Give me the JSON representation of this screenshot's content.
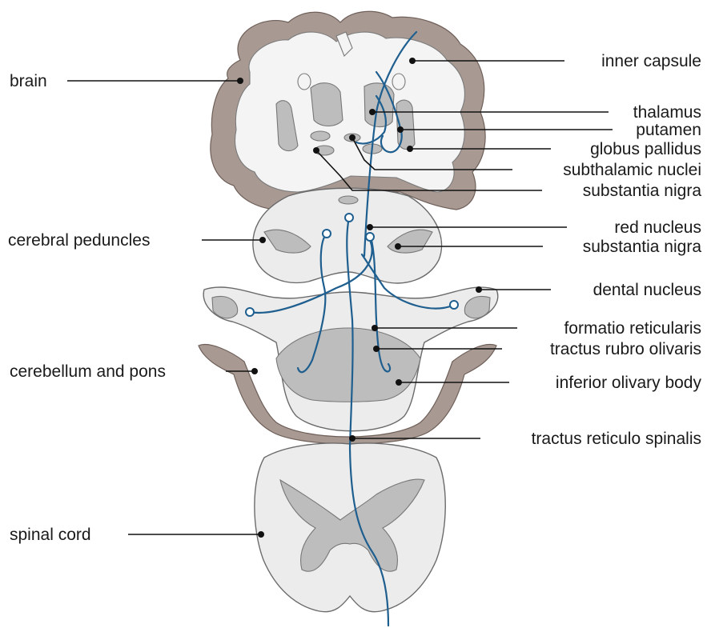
{
  "labels_left": [
    {
      "id": "brain",
      "text": "brain"
    },
    {
      "id": "cerebral-peduncles",
      "text": "cerebral peduncles"
    },
    {
      "id": "cerebellum-pons",
      "text": "cerebellum and pons"
    },
    {
      "id": "spinal-cord",
      "text": "spinal cord"
    }
  ],
  "labels_right": [
    {
      "id": "inner-capsule",
      "text": "inner capsule"
    },
    {
      "id": "thalamus",
      "text": "thalamus"
    },
    {
      "id": "putamen",
      "text": "putamen"
    },
    {
      "id": "globus-pallidus",
      "text": "globus pallidus"
    },
    {
      "id": "subthalamic-nuclei",
      "text": "subthalamic nuclei"
    },
    {
      "id": "substantia-nigra-1",
      "text": "substantia nigra"
    },
    {
      "id": "red-nucleus",
      "text": "red nucleus"
    },
    {
      "id": "substantia-nigra-2",
      "text": "substantia nigra"
    },
    {
      "id": "dental-nucleus",
      "text": "dental nucleus"
    },
    {
      "id": "formatio-reticularis",
      "text": "formatio reticularis"
    },
    {
      "id": "tractus-rubro-olivaris",
      "text": "tractus rubro olivaris"
    },
    {
      "id": "inferior-olivary-body",
      "text": "inferior olivary body"
    },
    {
      "id": "tractus-reticulo-spinalis",
      "text": "tractus reticulo spinalis"
    }
  ],
  "colors": {
    "fiber": "#1f5f8f",
    "cortex": "#a89a93",
    "tissue": "#ececec"
  }
}
